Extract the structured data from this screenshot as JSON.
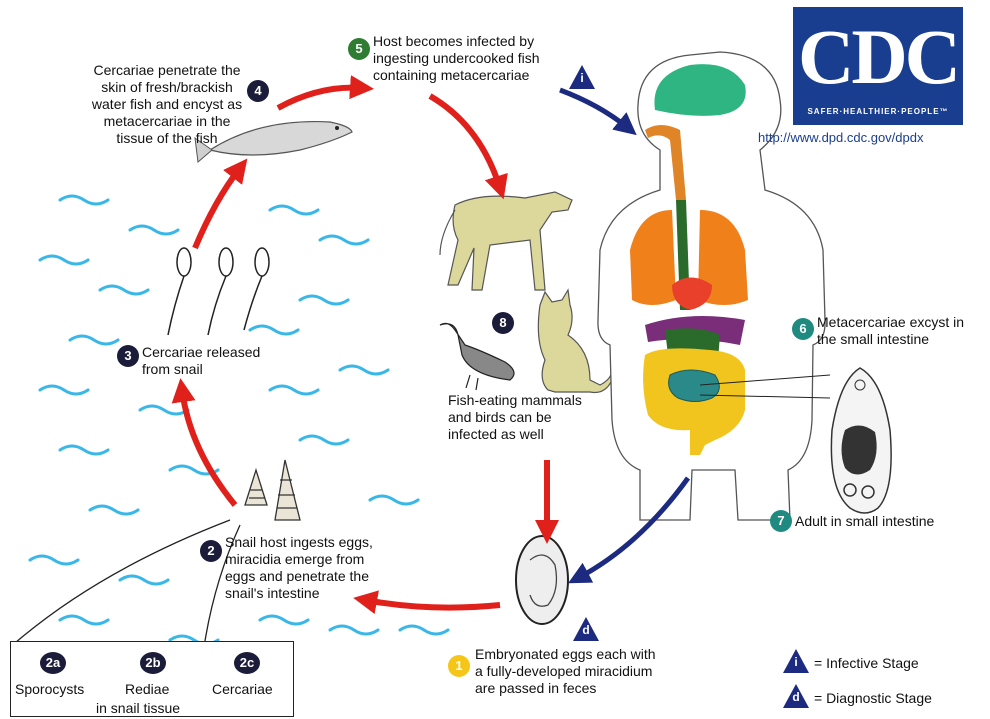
{
  "logo": {
    "letters": "CDC",
    "tagline": "SAFER·HEALTHIER·PEOPLE™",
    "url": "http://www.dpd.cdc.gov/dpdx"
  },
  "steps": {
    "s1": {
      "num": "1",
      "text": [
        "Embryonated eggs each with",
        "a fully-developed miracidium",
        "are passed in feces"
      ]
    },
    "s2": {
      "num": "2",
      "text": [
        "Snail host ingests eggs,",
        "miracidia emerge from",
        "eggs and penetrate the",
        "snail's intestine"
      ]
    },
    "s3": {
      "num": "3",
      "text": [
        "Cercariae released",
        "from snail"
      ]
    },
    "s4": {
      "num": "4",
      "text": [
        "Cercariae penetrate the",
        "skin of fresh/brackish",
        "water fish and encyst as",
        "metacercariae in the",
        "tissue of the fish"
      ]
    },
    "s5": {
      "num": "5",
      "text": [
        "Host becomes infected by",
        "ingesting undercooked fish",
        "containing metacercariae"
      ]
    },
    "s6": {
      "num": "6",
      "text": [
        "Metacercariae excyst in",
        "the small intestine"
      ]
    },
    "s7": {
      "num": "7",
      "text": [
        "Adult in small intestine"
      ]
    },
    "s8": {
      "num": "8",
      "text": [
        "Fish-eating mammals",
        "and birds can be",
        "infected as well"
      ]
    }
  },
  "snail_box": {
    "b2a": "2a",
    "b2b": "2b",
    "b2c": "2c",
    "sporocysts": "Sporocysts",
    "rediae": "Rediae",
    "cercariae": "Cercariae",
    "footer": "in snail tissue"
  },
  "legend": {
    "infective_symbol": "i",
    "infective_label": "= Infective Stage",
    "diagnostic_symbol": "d",
    "diagnostic_label": "= Diagnostic Stage"
  },
  "colors": {
    "red_arrow": "#e0201b",
    "blue_arrow": "#1c2a80",
    "badge_dark": "#1b1b3a",
    "badge_green": "#2e7d32",
    "badge_teal": "#1f8a80",
    "badge_yellow": "#f5c518",
    "water": "#38b7e8",
    "cdc_blue": "#1a3e8f"
  }
}
